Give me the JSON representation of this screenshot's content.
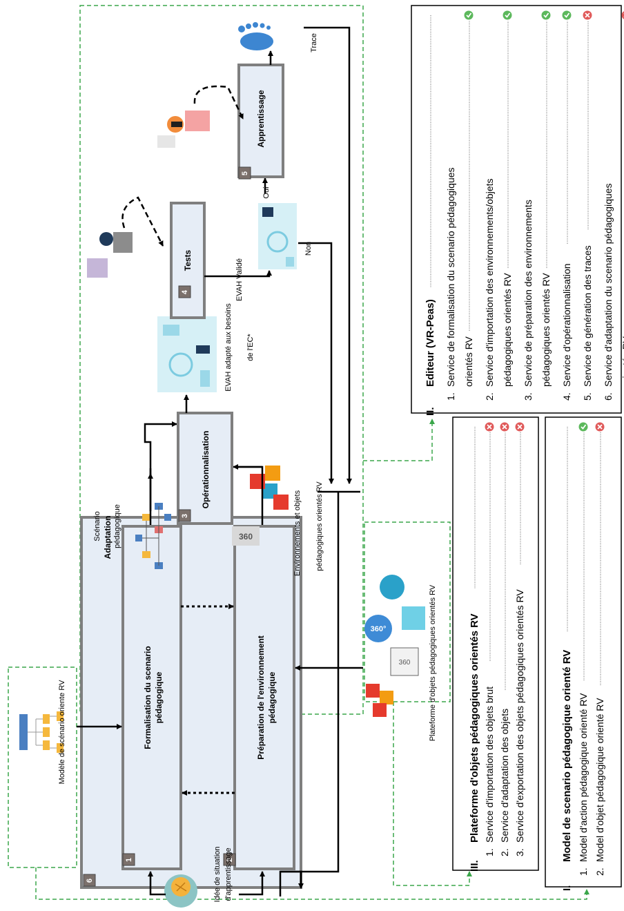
{
  "inputs": {
    "model": "Modèle de scénario oriente RV",
    "idea_line1": "Idée de situation",
    "idea_line2": "d'apprentissage",
    "platform": "Plateforme d'objets pédagogiques orientés RV"
  },
  "adaptation": {
    "title": "Adaptation",
    "number": "6",
    "formalisation_line1": "Formalisation du scenario",
    "formalisation_line2": "pédagogique",
    "formalisation_number": "1",
    "preparation_line1": "Préparation de l'environnement",
    "preparation_line2": "pédagogique",
    "preparation_number": "2"
  },
  "outputs": {
    "scenario_line1": "Scénario",
    "scenario_line2": "pédagogique",
    "env_line1": "Environnements et objets",
    "env_line2": "pédagogiques orientés RV"
  },
  "process": {
    "operationalisation": "Opérationnalisation",
    "operationalisation_number": "3",
    "evah_adapted_line1": "EVAH adapté aux besoins",
    "evah_adapted_line2": "de l'EC*",
    "tests": "Tests",
    "tests_number": "4",
    "evah_valid": "EVAH Validé",
    "oui": "Oui",
    "non": "Non",
    "apprentissage": "Apprentissage",
    "apprentissage_number": "5",
    "trace": "Trace"
  },
  "panels": {
    "editor": {
      "roman": "II.",
      "title": "Editeur (VR-Peas)",
      "items": [
        {
          "num": "1.",
          "line1": "Service de formalisation du scenario pédagogiques",
          "line2": "orientés RV",
          "ok": true
        },
        {
          "num": "2.",
          "line1": "Service d'importation des environnements/objets",
          "line2": "pédagogiques orientés RV",
          "ok": true
        },
        {
          "num": "3.",
          "line1": "Service de préparation des environnements",
          "line2": "pédagogiques orientés RV",
          "ok": true
        },
        {
          "num": "4.",
          "line1": "Service d'opérationnalisation",
          "line2": "",
          "ok": true
        },
        {
          "num": "5.",
          "line1": "Service de génération des traces",
          "line2": "",
          "ok": false
        },
        {
          "num": "6.",
          "line1": "Service d'adaptation du scenario pédagogiques",
          "line2": "orientés RV",
          "ok": false
        }
      ]
    },
    "platform": {
      "roman": "III.",
      "title": "Plateforme d'objets pédagogiques orientés RV",
      "items": [
        {
          "num": "1.",
          "line1": "Service d'importation des objets brut",
          "ok": false
        },
        {
          "num": "2.",
          "line1": "Service d'adaptation des objets",
          "ok": false
        },
        {
          "num": "3.",
          "line1": "Service d'exportation des objets pédagogiques orientés RV",
          "ok": false
        }
      ]
    },
    "model": {
      "roman": "I.",
      "title": "Model de scenario pédagogique orienté RV",
      "items": [
        {
          "num": "1.",
          "line1": "Model d'action pédagogique orienté RV",
          "ok": true
        },
        {
          "num": "2.",
          "line1": "Model d'objet pédagogique orienté RV",
          "ok": false
        }
      ]
    }
  },
  "colors": {
    "ok": "#5cb85c",
    "ko": "#e05a5a",
    "dashed": "#3aa64a",
    "box_fill": "#e6edf6",
    "box_border": "#7f7f7f",
    "num_fill": "#7b706b"
  }
}
